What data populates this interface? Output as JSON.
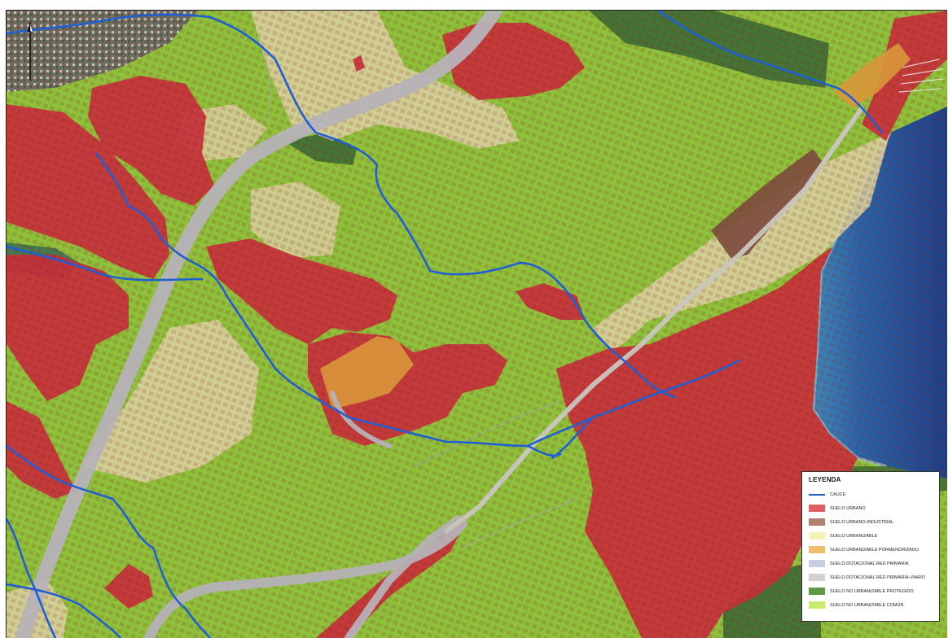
{
  "legend": {
    "title": "LEYENDA",
    "items": [
      {
        "label": "CAUCE",
        "color": "#1f5fd6",
        "kind": "line"
      },
      {
        "label": "SUELO URBANO",
        "color": "#e06060",
        "kind": "fill"
      },
      {
        "label": "SUELO URBANO-INDUSTRIAL",
        "color": "#b08070",
        "kind": "fill"
      },
      {
        "label": "SUELO URBANIZABLE",
        "color": "#f6f2b6",
        "kind": "fill"
      },
      {
        "label": "SUELO URBANIZABLE PORMENORIZADO",
        "color": "#f0be6c",
        "kind": "fill"
      },
      {
        "label": "SUELO DOTACIONAL RED PRIMARIA",
        "color": "#c8cde6",
        "kind": "fill"
      },
      {
        "label": "SUELO DOTACIONAL RED PRIMARIA-VIARIO",
        "color": "#d4d0d4",
        "kind": "fill"
      },
      {
        "label": "SUELO NO URBANIZABLE PROTEGIDO",
        "color": "#5e9a48",
        "kind": "fill"
      },
      {
        "label": "SUELO NO URBANIZABLE COMÚN",
        "color": "#c8ec70",
        "kind": "fill"
      }
    ]
  },
  "colors": {
    "urban": "#c7303a",
    "industrial": "#7b4a3c",
    "urbanizable": "#d7cf9c",
    "pormenorizado": "#d9973a",
    "viario": "#b7b2b8",
    "protected": "#3c6c34",
    "common": "#8ec23a",
    "sea": "#245aa0",
    "river": "#1f5fd6"
  }
}
